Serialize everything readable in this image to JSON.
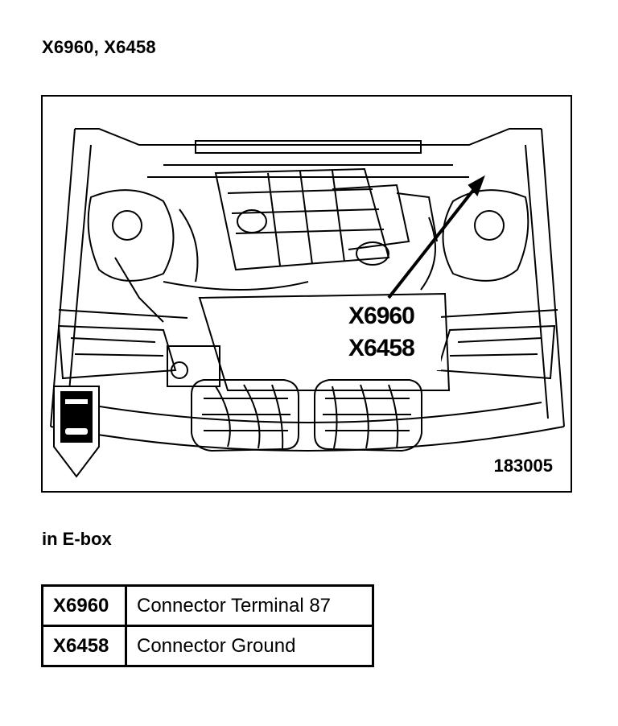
{
  "page": {
    "title": "X6960, X6458",
    "location": "in E-box"
  },
  "figure": {
    "callouts": [
      "X6960",
      "X6458"
    ],
    "figure_number": "183005"
  },
  "connectors": [
    {
      "id": "X6960",
      "description": "Connector Terminal 87"
    },
    {
      "id": "X6458",
      "description": "Connector Ground"
    }
  ]
}
